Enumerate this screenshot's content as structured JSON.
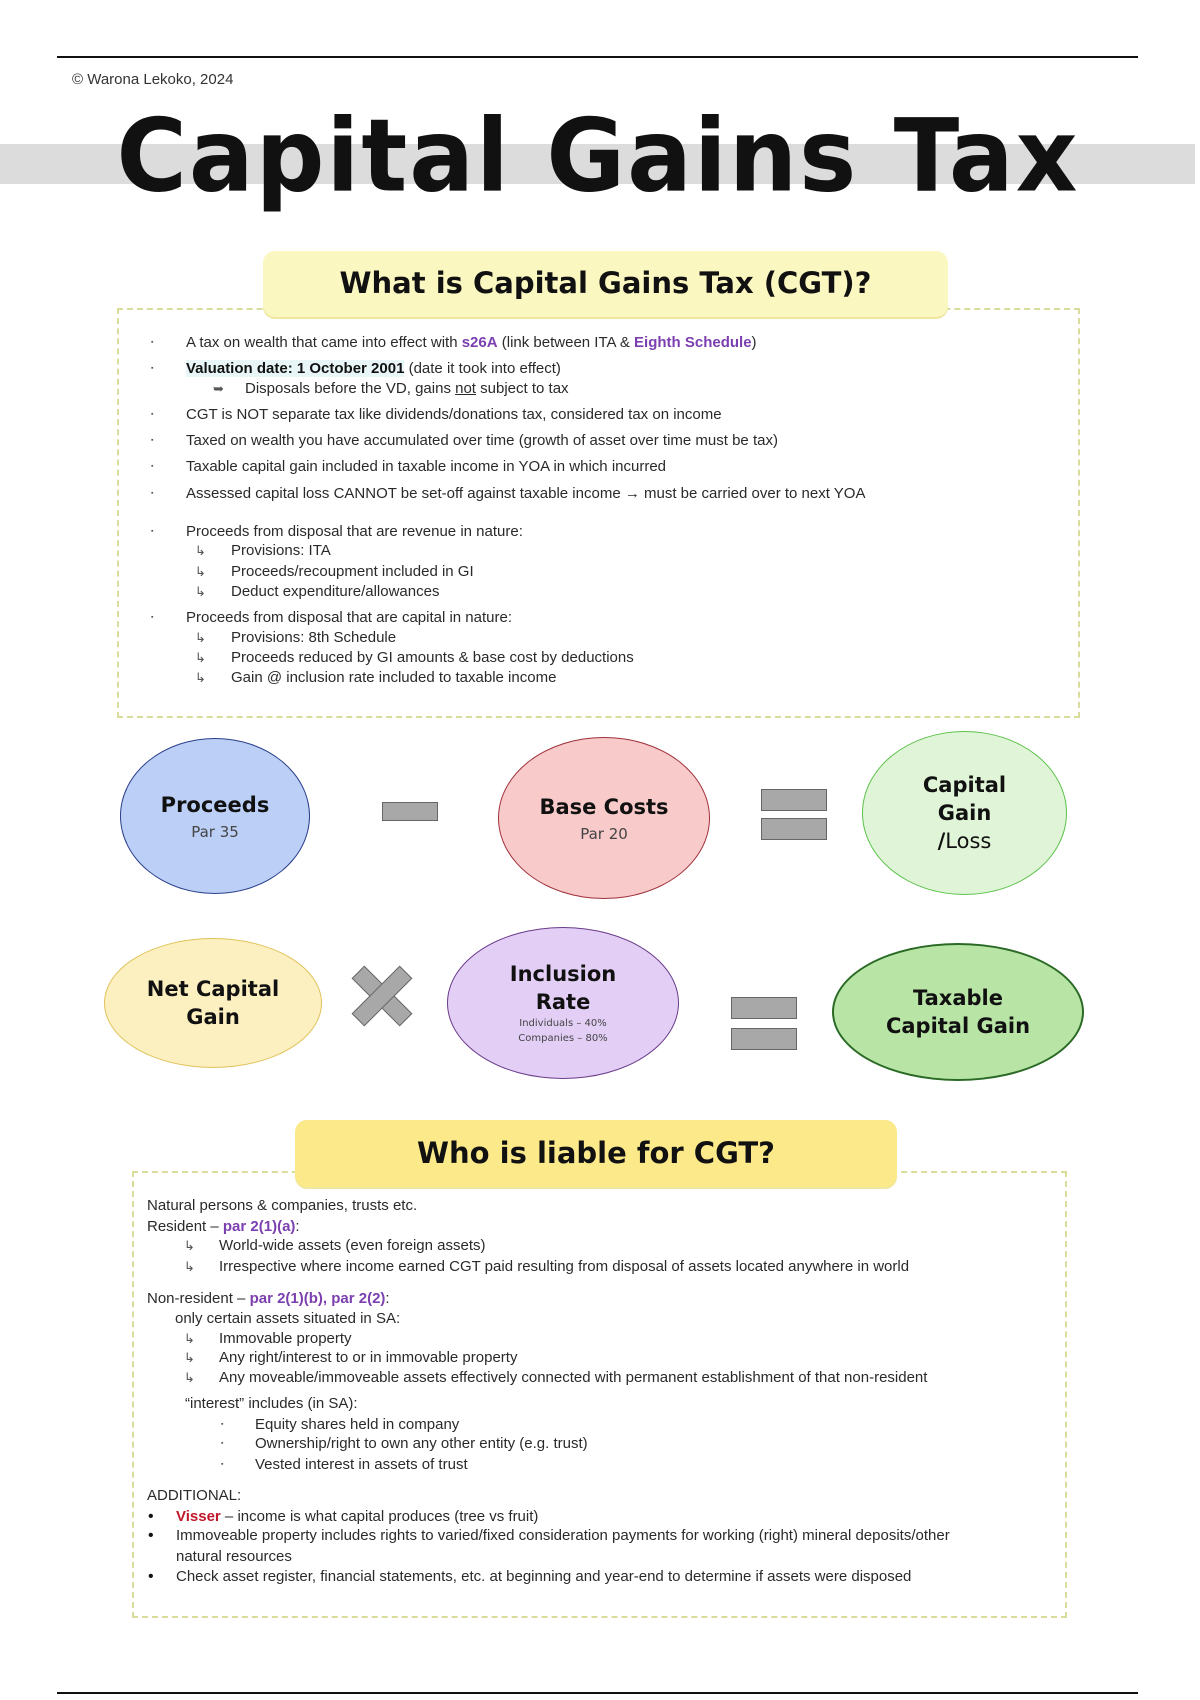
{
  "copyright": "© Warona Lekoko, 2024",
  "title": "Capital Gains Tax",
  "section1": {
    "heading": "What is Capital Gains Tax (CGT)?",
    "lines": [
      {
        "kind": "bullet",
        "segs": [
          {
            "t": "A tax on wealth that came into effect with "
          },
          {
            "t": "s26A",
            "s": "purple"
          },
          {
            "t": " (link between ITA & "
          },
          {
            "t": "Eighth Schedule",
            "s": "purple"
          },
          {
            "t": ")"
          }
        ]
      },
      {
        "kind": "bullet",
        "segs": [
          {
            "t": "Valuation date: 1 October 2001",
            "s": "bold"
          },
          {
            "t": " (date it took into effect)"
          }
        ]
      },
      {
        "kind": "sub",
        "segs": [
          {
            "t": "Disposals before the VD, gains "
          },
          {
            "t": "not",
            "s": "u"
          },
          {
            "t": " subject to tax"
          }
        ]
      },
      {
        "kind": "bullet",
        "segs": [
          {
            "t": "CGT is NOT separate tax like dividends/donations tax, considered tax on income"
          }
        ]
      },
      {
        "kind": "bullet",
        "segs": [
          {
            "t": "Taxed on wealth you have accumulated over time (growth of asset over time must be tax)"
          }
        ]
      },
      {
        "kind": "bullet",
        "segs": [
          {
            "t": "Taxable capital gain included in taxable income in YOA in which incurred"
          }
        ]
      },
      {
        "kind": "bullet",
        "segs": [
          {
            "t": "Assessed capital loss CANNOT be set-off against taxable income → must be carried over to next YOA"
          }
        ]
      },
      {
        "kind": "bullet",
        "segs": [
          {
            "t": "Proceeds from disposal that are revenue in nature:"
          }
        ]
      },
      {
        "kind": "arrow",
        "segs": [
          {
            "t": "Provisions: ITA"
          }
        ]
      },
      {
        "kind": "arrow",
        "segs": [
          {
            "t": "Proceeds/recoupment included in GI"
          }
        ]
      },
      {
        "kind": "arrow",
        "segs": [
          {
            "t": "Deduct expenditure/allowances"
          }
        ]
      },
      {
        "kind": "bullet",
        "segs": [
          {
            "t": "Proceeds from disposal that are capital in nature:"
          }
        ]
      },
      {
        "kind": "arrow",
        "segs": [
          {
            "t": "Provisions: 8th Schedule"
          }
        ]
      },
      {
        "kind": "arrow",
        "segs": [
          {
            "t": "Proceeds reduced by GI amounts & base cost by deductions"
          }
        ]
      },
      {
        "kind": "arrow",
        "segs": [
          {
            "t": "Gain @ inclusion rate included to taxable income"
          }
        ]
      }
    ]
  },
  "formula1": {
    "proceeds": {
      "label": "Proceeds",
      "ref": "Par 35"
    },
    "operator1": "minus",
    "base_costs": {
      "label": "Base Costs",
      "ref": "Par 20"
    },
    "operator2": "equals",
    "result": {
      "label_bold": "Capital Gain",
      "label_sep": "/",
      "label_light": "Loss"
    }
  },
  "formula2": {
    "net_gain": {
      "line1": "Net Capital",
      "line2": "Gain"
    },
    "operator1": "times",
    "inclusion": {
      "line1": "Inclusion",
      "line2": "Rate",
      "individuals": "Individuals – 40%",
      "companies": "Companies – 80%"
    },
    "operator2": "equals",
    "result": {
      "line1": "Taxable",
      "line2": "Capital Gain"
    }
  },
  "section2": {
    "heading": "Who is liable for CGT?",
    "lines": [
      {
        "kind": "plain",
        "segs": [
          {
            "t": "Natural persons & companies, trusts etc."
          }
        ]
      },
      {
        "kind": "plain",
        "segs": [
          {
            "t": "Resident – "
          },
          {
            "t": "par 2(1)(a)",
            "s": "purple"
          },
          {
            "t": ":"
          }
        ]
      },
      {
        "kind": "arrow2",
        "segs": [
          {
            "t": "World-wide assets (even foreign assets)"
          }
        ]
      },
      {
        "kind": "arrow2",
        "segs": [
          {
            "t": "Irrespective where income earned CGT paid resulting from disposal of assets located anywhere in world"
          }
        ]
      },
      {
        "kind": "plain",
        "segs": [
          {
            "t": "Non-resident – "
          },
          {
            "t": "par 2(1)(b), par 2(2)",
            "s": "purple"
          },
          {
            "t": ":"
          }
        ]
      },
      {
        "kind": "indent",
        "segs": [
          {
            "t": "only certain assets situated in SA:"
          }
        ]
      },
      {
        "kind": "arrow2",
        "segs": [
          {
            "t": "Immovable property"
          }
        ]
      },
      {
        "kind": "arrow2",
        "segs": [
          {
            "t": "Any right/interest to or in immovable property"
          }
        ]
      },
      {
        "kind": "arrow2",
        "segs": [
          {
            "t": "Any moveable/immoveable assets effectively connected with permanent establishment of that non-resident"
          }
        ]
      },
      {
        "kind": "indent2",
        "segs": [
          {
            "t": "“interest” includes (in SA):"
          }
        ]
      },
      {
        "kind": "dash",
        "segs": [
          {
            "t": "Equity shares held in company"
          }
        ]
      },
      {
        "kind": "dash",
        "segs": [
          {
            "t": "Ownership/right to own any other entity (e.g. trust)"
          }
        ]
      },
      {
        "kind": "dash",
        "segs": [
          {
            "t": "Vested interest in assets of trust"
          }
        ]
      },
      {
        "kind": "plain",
        "segs": [
          {
            "t": "ADDITIONAL:"
          }
        ]
      },
      {
        "kind": "dot",
        "segs": [
          {
            "t": "Visser",
            "s": "red"
          },
          {
            "t": " – income is what capital produces (tree vs fruit)"
          }
        ]
      },
      {
        "kind": "dot",
        "segs": [
          {
            "t": "Immoveable property includes rights to varied/fixed consideration payments for working (right) mineral deposits/other"
          }
        ]
      },
      {
        "kind": "cont",
        "segs": [
          {
            "t": "natural resources"
          }
        ]
      },
      {
        "kind": "dot",
        "segs": [
          {
            "t": "Check asset register, financial statements, etc. at beginning and year-end to determine if assets were disposed"
          }
        ]
      }
    ]
  },
  "colors": {
    "proceeds": "#bcd0f7",
    "base_costs": "#f8caca",
    "capital_gain": "#e0f5d8",
    "net_gain": "#fdf0c0",
    "inclusion": "#e3cff6",
    "taxable": "#b8e5a6",
    "purple": "#7b3fb0",
    "red": "#c0192b"
  }
}
